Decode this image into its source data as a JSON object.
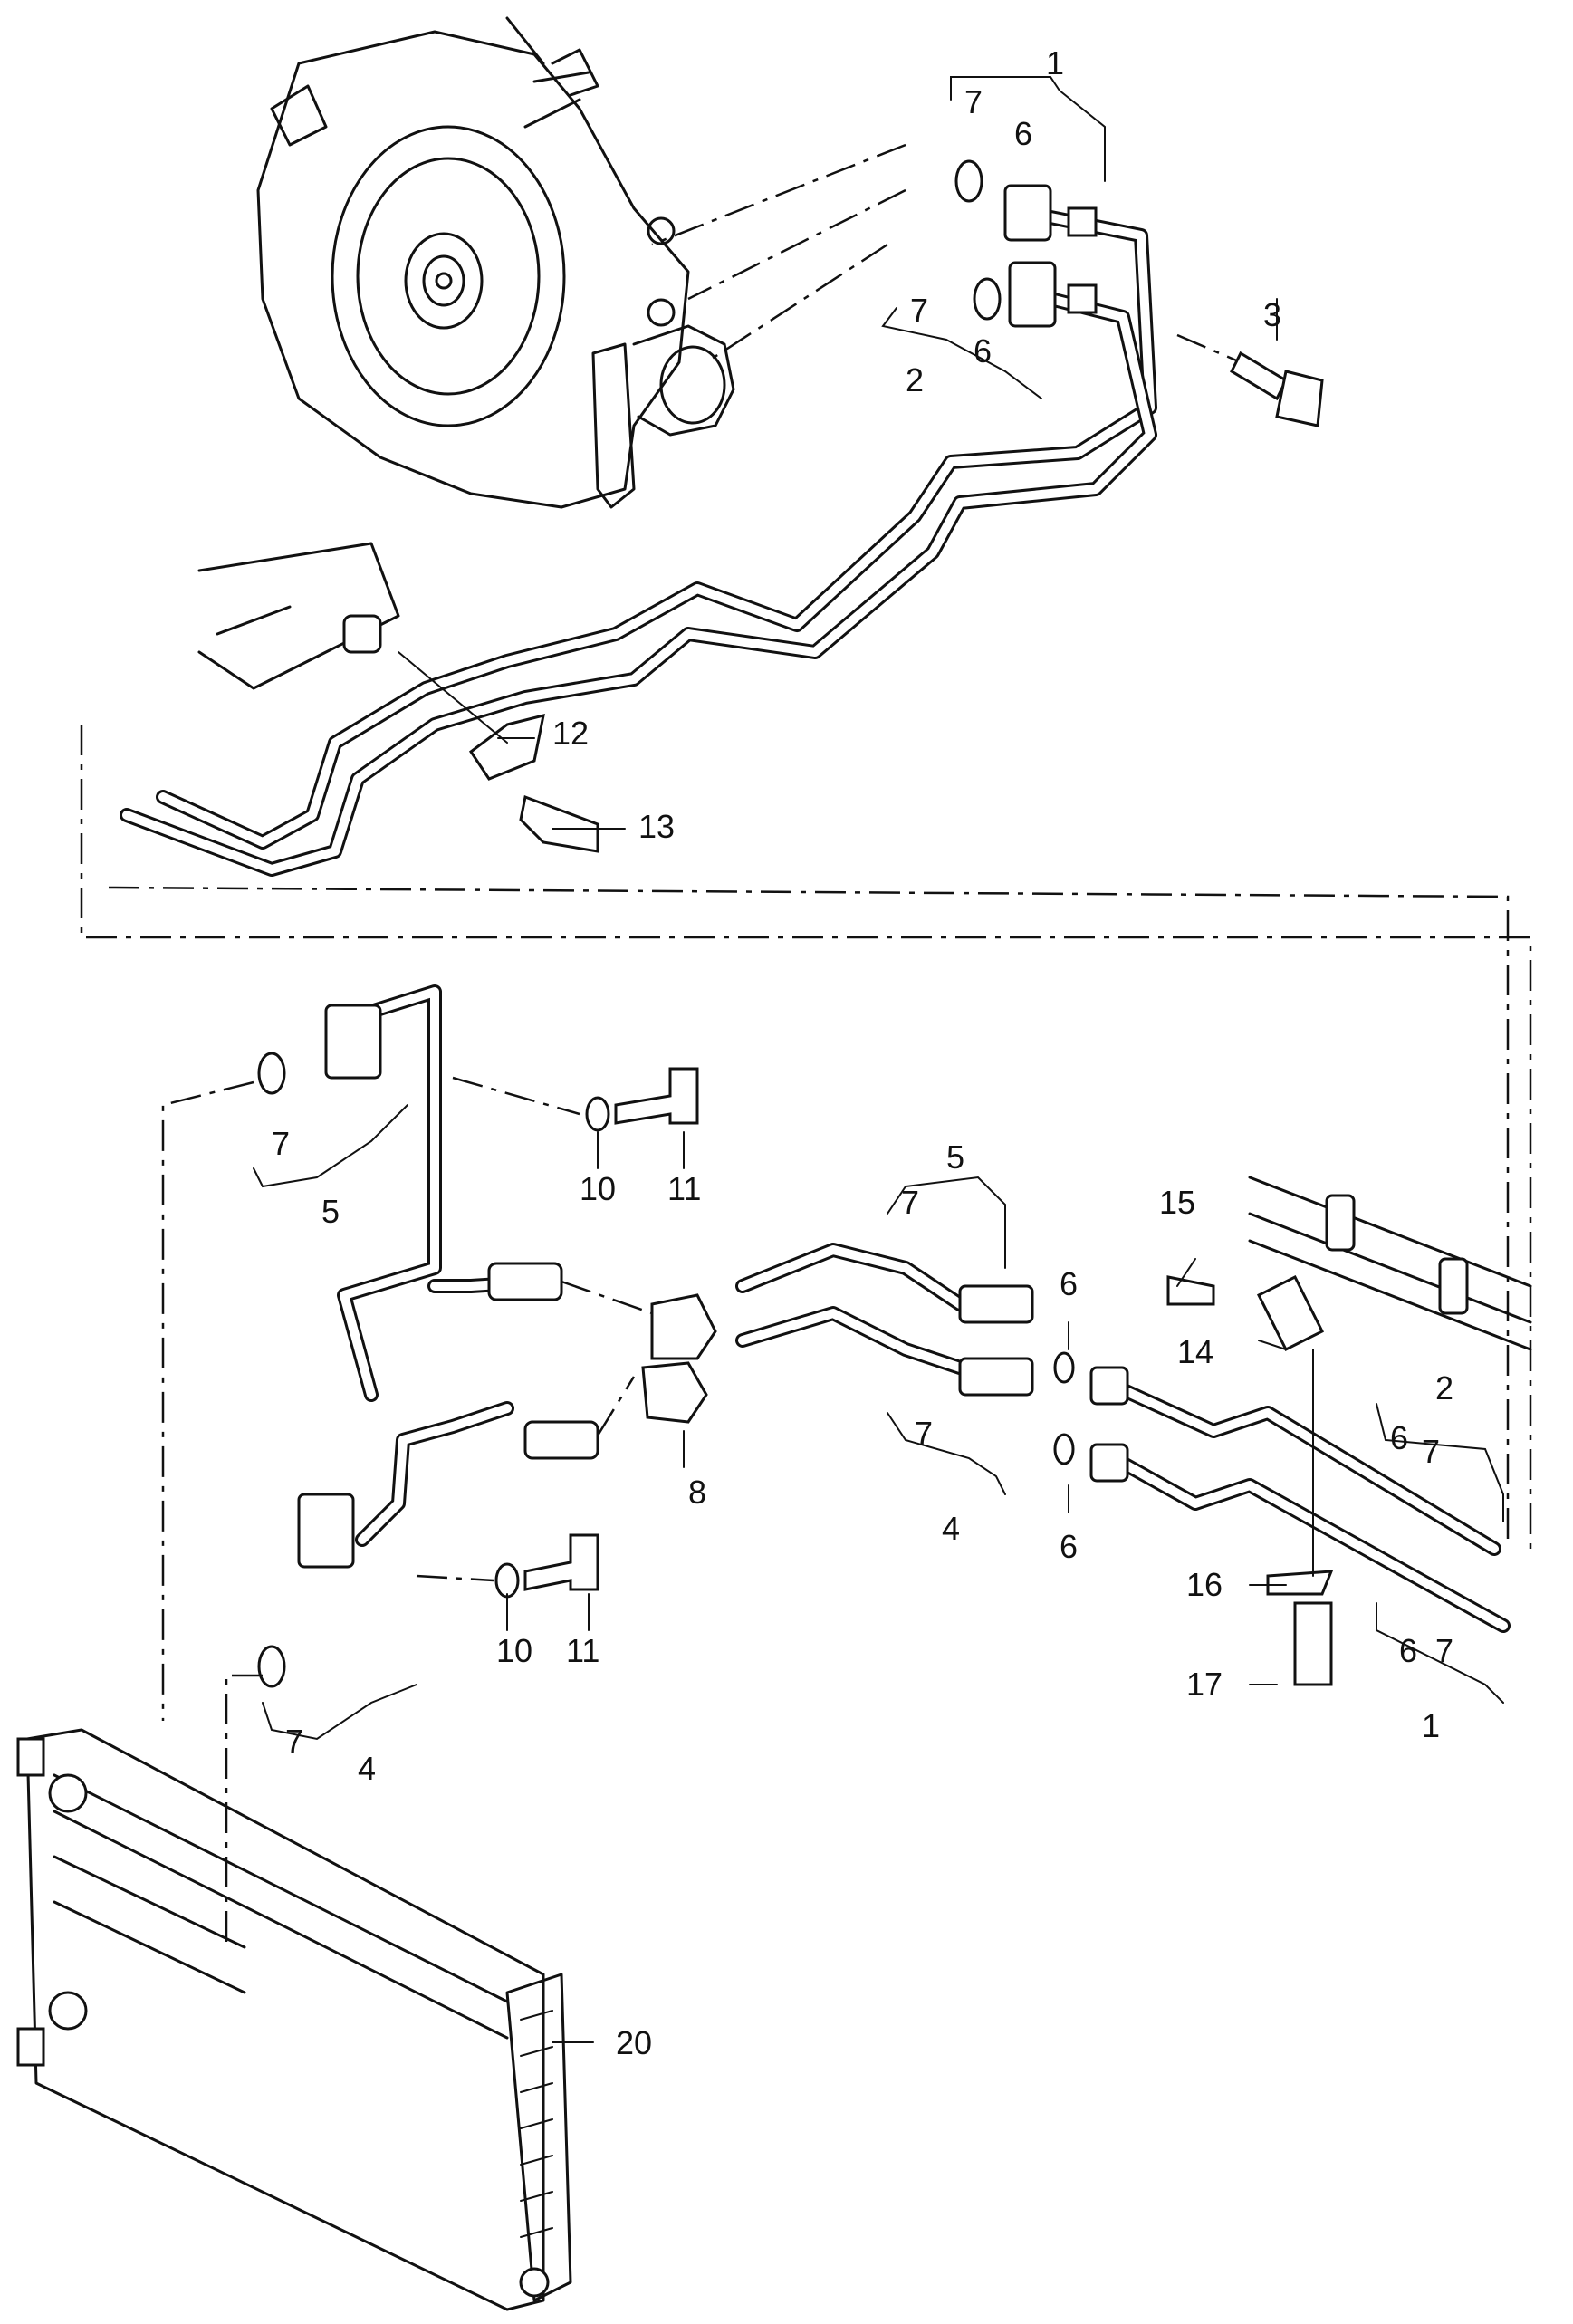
{
  "callouts": {
    "c1_top": "1",
    "c6_top": "6",
    "c7_top": "7",
    "c7_mid": "7",
    "c6_mid": "6",
    "c2_mid": "2",
    "c3": "3",
    "c12": "12",
    "c13": "13",
    "c7_l5": "7",
    "c5_l": "5",
    "c10_a": "10",
    "c11_a": "11",
    "c5_r": "5",
    "c7_r5": "7",
    "c15": "15",
    "c6_a": "6",
    "c14": "14",
    "c2_r": "2",
    "c6_r2": "6",
    "c7_r2": "7",
    "c8": "8",
    "c7_r4": "7",
    "c4_r": "4",
    "c6_b": "6",
    "c16": "16",
    "c6_r1": "6",
    "c7_r1": "7",
    "c17": "17",
    "c1_r": "1",
    "c10_b": "10",
    "c11_b": "11",
    "c7_l4": "7",
    "c4_l": "4",
    "c20": "20"
  }
}
